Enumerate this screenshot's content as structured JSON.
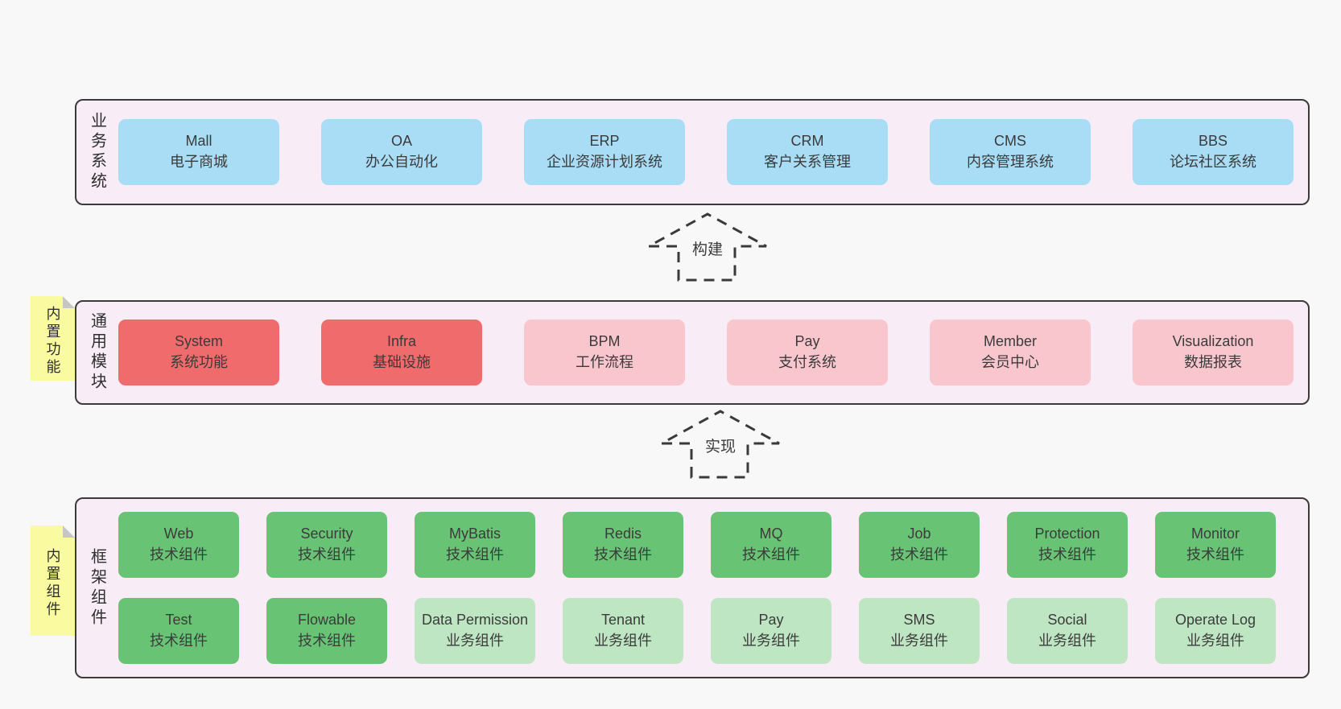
{
  "colors": {
    "page_bg": "#f8f8f8",
    "panel_bg": "#f8edf6",
    "panel_border": "#3b3b3b",
    "blue_box": "#a9ddf5",
    "red_box": "#f06b6b",
    "pink_box": "#f9c6ce",
    "green_box": "#68c375",
    "light_green_box": "#bfe6c3",
    "note_bg": "#fafaa0",
    "note_fold": "#c6c6c6",
    "text": "#3b3b3b"
  },
  "panels": [
    {
      "label": "业务系统",
      "boxes": [
        {
          "title": "Mall",
          "subtitle": "电子商城"
        },
        {
          "title": "OA",
          "subtitle": "办公自动化"
        },
        {
          "title": "ERP",
          "subtitle": "企业资源计划系统"
        },
        {
          "title": "CRM",
          "subtitle": "客户关系管理"
        },
        {
          "title": "CMS",
          "subtitle": "内容管理系统"
        },
        {
          "title": "BBS",
          "subtitle": "论坛社区系统"
        }
      ]
    },
    {
      "label": "通用模块",
      "note": "内置功能",
      "boxes": [
        {
          "title": "System",
          "subtitle": "系统功能"
        },
        {
          "title": "Infra",
          "subtitle": "基础设施"
        },
        {
          "title": "BPM",
          "subtitle": "工作流程"
        },
        {
          "title": "Pay",
          "subtitle": "支付系统"
        },
        {
          "title": "Member",
          "subtitle": "会员中心"
        },
        {
          "title": "Visualization",
          "subtitle": "数据报表"
        }
      ]
    },
    {
      "label": "框架组件",
      "note": "内置组件",
      "rows": [
        [
          {
            "title": "Web",
            "subtitle": "技术组件"
          },
          {
            "title": "Security",
            "subtitle": "技术组件"
          },
          {
            "title": "MyBatis",
            "subtitle": "技术组件"
          },
          {
            "title": "Redis",
            "subtitle": "技术组件"
          },
          {
            "title": "MQ",
            "subtitle": "技术组件"
          },
          {
            "title": "Job",
            "subtitle": "技术组件"
          },
          {
            "title": "Protection",
            "subtitle": "技术组件"
          },
          {
            "title": "Monitor",
            "subtitle": "技术组件"
          }
        ],
        [
          {
            "title": "Test",
            "subtitle": "技术组件"
          },
          {
            "title": "Flowable",
            "subtitle": "技术组件"
          },
          {
            "title": "Data Permission",
            "subtitle": "业务组件"
          },
          {
            "title": "Tenant",
            "subtitle": "业务组件"
          },
          {
            "title": "Pay",
            "subtitle": "业务组件"
          },
          {
            "title": "SMS",
            "subtitle": "业务组件"
          },
          {
            "title": "Social",
            "subtitle": "业务组件"
          },
          {
            "title": "Operate Log",
            "subtitle": "业务组件"
          }
        ]
      ]
    }
  ],
  "arrows": [
    {
      "label": "构建"
    },
    {
      "label": "实现"
    }
  ]
}
